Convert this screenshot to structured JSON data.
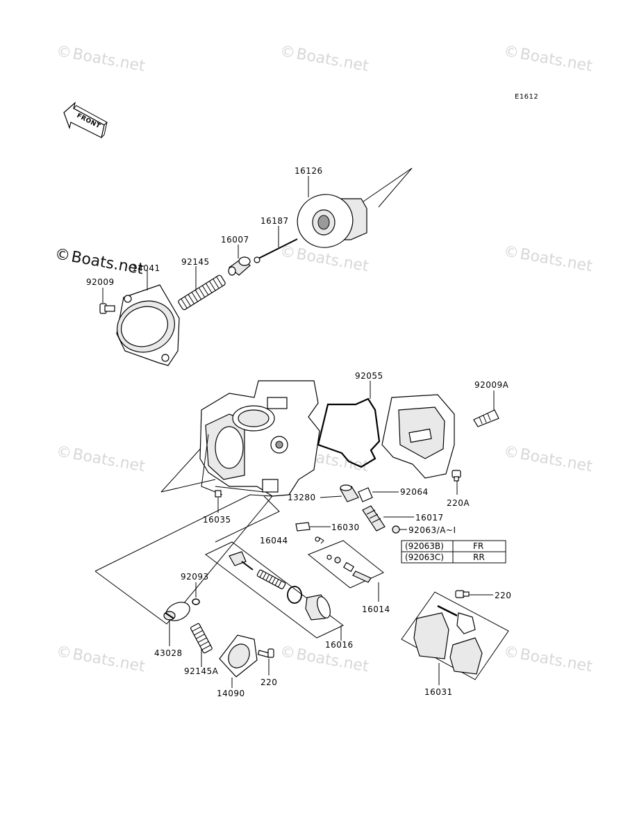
{
  "code": "E1612",
  "front_label": "FRONT",
  "watermark": "Boats.net",
  "watermark_symbol": "©",
  "parts": {
    "p16126": "16126",
    "p16187": "16187",
    "p16007": "16007",
    "p92145": "92145",
    "p14041": "14041",
    "p92009": "92009",
    "p92055": "92055",
    "p92009A": "92009A",
    "p92064": "92064",
    "p13280": "13280",
    "p220A": "220A",
    "p16017": "16017",
    "p16035": "16035",
    "p16030": "16030",
    "p92063": "92063/A~I",
    "p16044": "16044",
    "p92093": "92093",
    "p16014": "16014",
    "p220a": "220",
    "p43028": "43028",
    "p16016": "16016",
    "p92145A": "92145A",
    "p220b": "220",
    "p14090": "14090",
    "p16031": "16031"
  },
  "table": {
    "rows": [
      {
        "code": "(92063B)",
        "pos": "FR"
      },
      {
        "code": "(92063C)",
        "pos": "RR"
      }
    ]
  }
}
